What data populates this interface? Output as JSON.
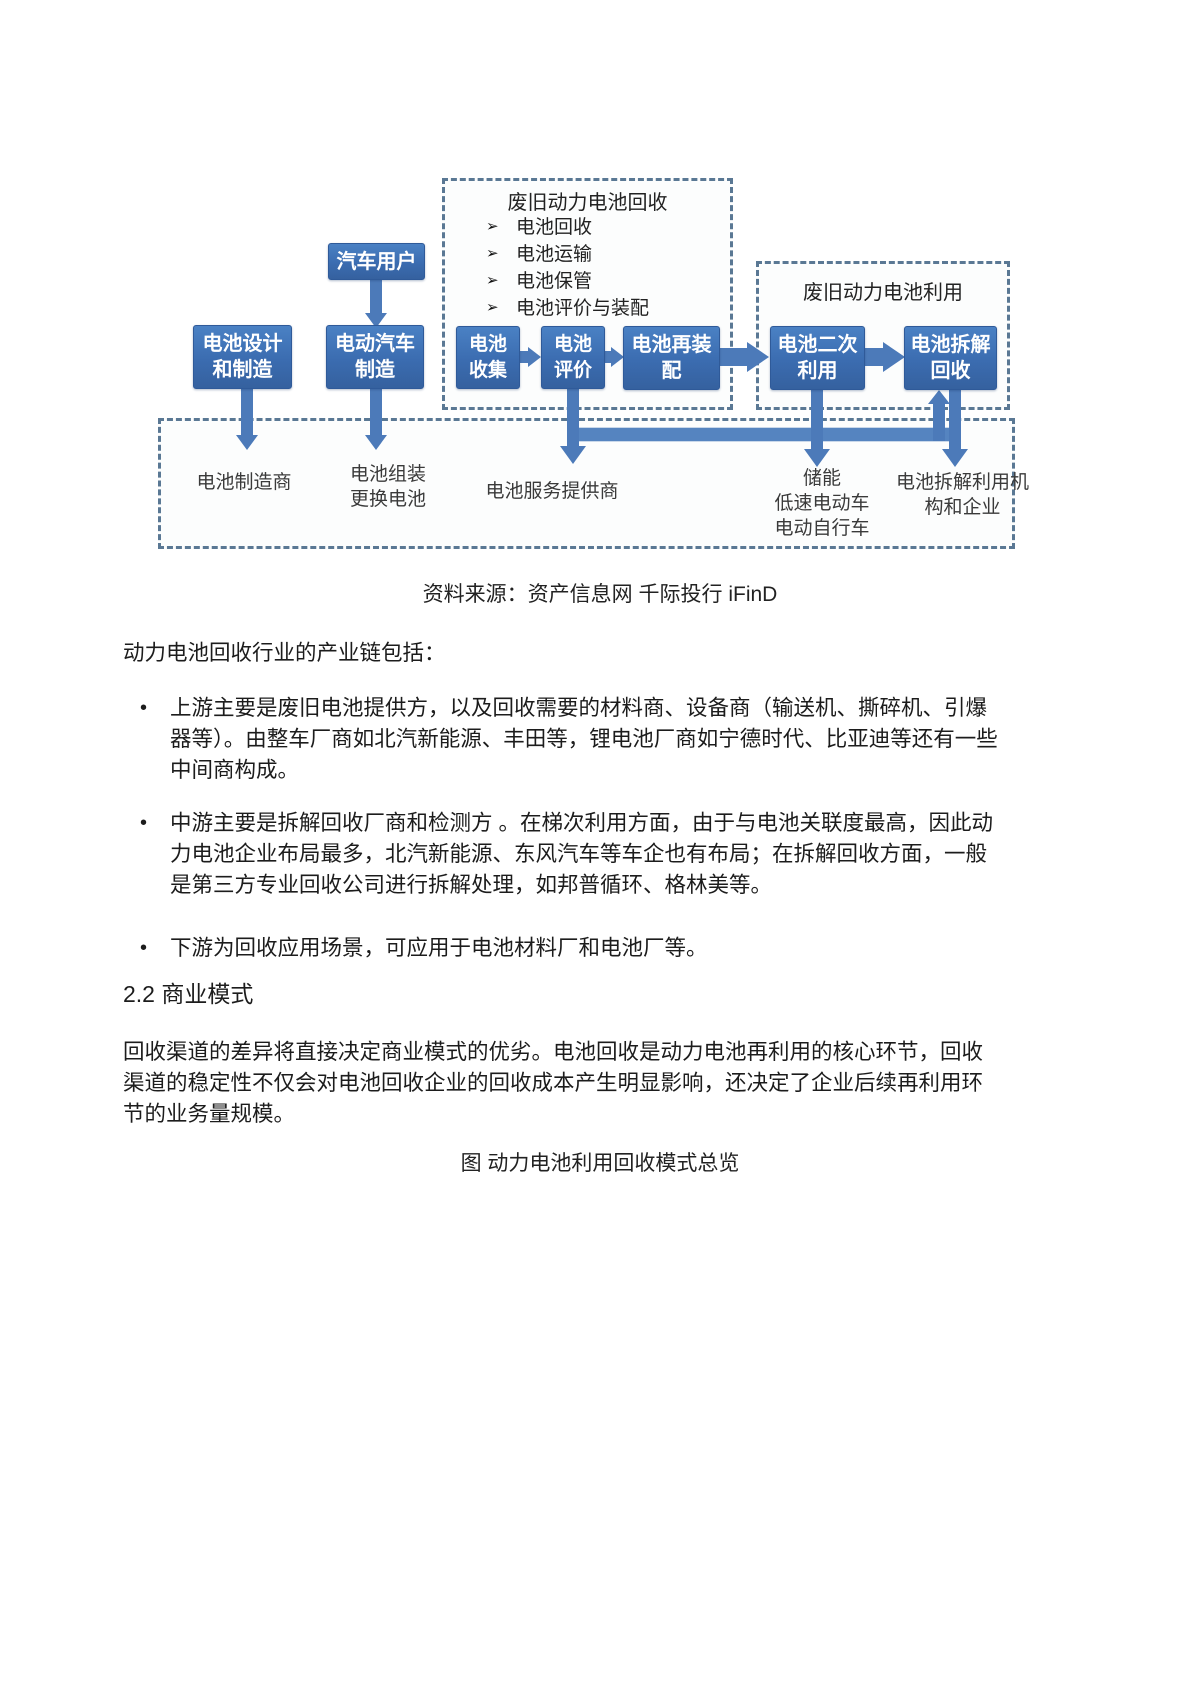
{
  "source_line": "资料来源：资产信息网 千际投行 iFinD",
  "article": {
    "intro": "动力电池回收行业的产业链包括：",
    "bullet_marker": "•",
    "bullets": [
      "上游主要是废旧电池提供方，以及回收需要的材料商、设备商（输送机、撕碎机、引爆器等）。由整车厂商如北汽新能源、丰田等，锂电池厂商如宁德时代、比亚迪等还有一些中间商构成。",
      "中游主要是拆解回收厂商和检测方 。在梯次利用方面，由于与电池关联度最高，因此动力电池企业布局最多，北汽新能源、东风汽车等车企也有布局；在拆解回收方面，一般是第三方专业回收公司进行拆解处理，如邦普循环、格林美等。",
      "下游为回收应用场景，可应用于电池材料厂和电池厂等。"
    ],
    "section_heading": "2.2 商业模式",
    "paragraph": "回收渠道的差异将直接决定商业模式的优劣。电池回收是动力电池再利用的核心环节，回收渠道的稳定性不仅会对电池回收企业的回收成本产生明显影响，还决定了企业后续再利用环节的业务量规模。",
    "figure_caption": "图 动力电池利用回收模式总览"
  },
  "diagram": {
    "recycle_group": {
      "title": "废旧动力电池回收",
      "marker": "➢",
      "items": [
        "电池回收",
        "电池运输",
        "电池保管",
        "电池评价与装配"
      ]
    },
    "reuse_group": {
      "title": "废旧动力电池利用"
    },
    "nodes": {
      "car_user": "汽车用户",
      "battery_design": "电池设计\n和制造",
      "ev_manufacture": "电动汽车\n制造",
      "battery_collect": "电池\n收集",
      "battery_evaluate": "电池\n评价",
      "battery_repack": "电池再装\n配",
      "battery_second_use": "电池二次\n利用",
      "battery_dismantle": "电池拆解\n回收"
    },
    "bottom_labels": {
      "battery_maker": "电池制造商",
      "battery_assemble": "电池组装\n更换电池",
      "battery_service": "电池服务提供商",
      "energy_storage": "储能\n低速电动车\n电动自行车",
      "dismantle_org": "电池拆解利用机\n构和企业"
    },
    "colors": {
      "node_fill": "#3e71b4",
      "dash_border": "#5a7894",
      "arrow": "#4c7ab9"
    }
  }
}
